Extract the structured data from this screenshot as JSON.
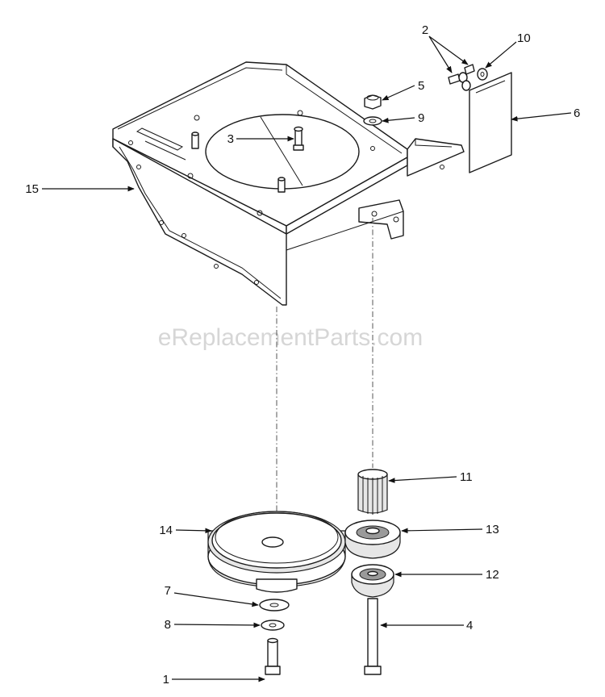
{
  "diagram": {
    "watermark": "eReplacementParts.com",
    "callouts": [
      {
        "id": "label-1",
        "text": "1"
      },
      {
        "id": "label-2",
        "text": "2"
      },
      {
        "id": "label-3",
        "text": "3"
      },
      {
        "id": "label-4",
        "text": "4"
      },
      {
        "id": "label-5",
        "text": "5"
      },
      {
        "id": "label-6",
        "text": "6"
      },
      {
        "id": "label-7",
        "text": "7"
      },
      {
        "id": "label-8",
        "text": "8"
      },
      {
        "id": "label-9",
        "text": "9"
      },
      {
        "id": "label-10",
        "text": "10"
      },
      {
        "id": "label-11",
        "text": "11"
      },
      {
        "id": "label-12",
        "text": "12"
      },
      {
        "id": "label-13",
        "text": "13"
      },
      {
        "id": "label-14",
        "text": "14"
      },
      {
        "id": "label-15",
        "text": "15"
      }
    ]
  }
}
